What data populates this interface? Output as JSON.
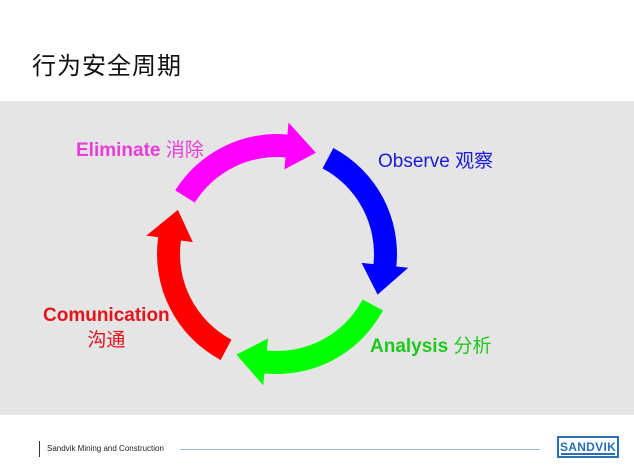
{
  "title": "行为安全周期",
  "steps": {
    "eliminate": {
      "en": "Eliminate",
      "zh": "消除",
      "color": "#ff00ff"
    },
    "observe": {
      "en": "Observe",
      "zh": "观察",
      "color": "#0000ff"
    },
    "analysis": {
      "en": "Analysis",
      "zh": "分析",
      "color": "#00ff00"
    },
    "comunication": {
      "en": "Comunication",
      "zh": "沟通",
      "color": "#ff0000"
    }
  },
  "footer": {
    "company": "Sandvik Mining and Construction",
    "logo_text": "SANDVIK"
  }
}
